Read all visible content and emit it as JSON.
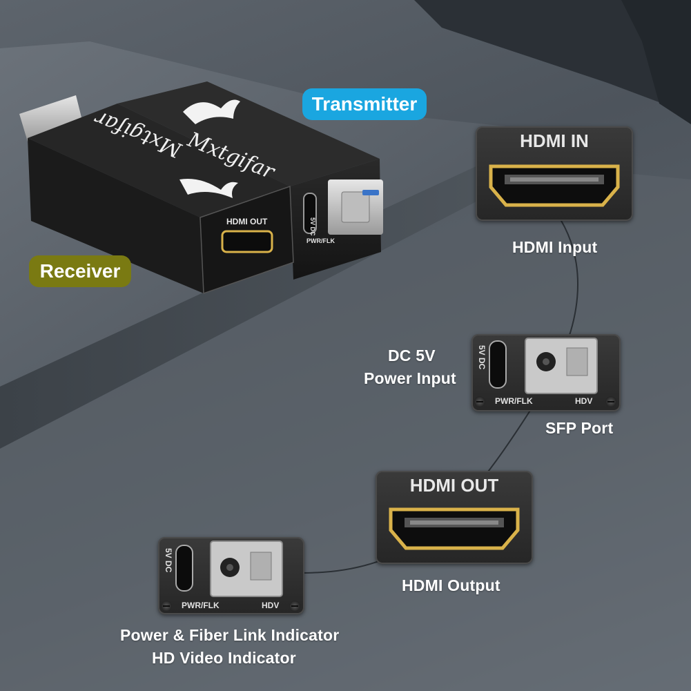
{
  "badges": {
    "transmitter": "Transmitter",
    "receiver": "Receiver"
  },
  "device": {
    "brand": "Mxtgifar",
    "front_port_label": "HDMI OUT",
    "dc_label": "5V DC",
    "led_label": "PWR/FLK"
  },
  "callouts": {
    "hdmi_in": {
      "box_title": "HDMI IN",
      "caption": "HDMI Input"
    },
    "sfp": {
      "dc_label": "5V DC",
      "led1": "PWR/FLK",
      "led2": "HDV",
      "caption_dc_line1": "DC 5V",
      "caption_dc_line2": "Power Input",
      "caption_sfp": "SFP Port"
    },
    "hdmi_out": {
      "box_title": "HDMI OUT",
      "caption": "HDMI Output"
    },
    "indicators": {
      "dc_label": "5V DC",
      "led1": "PWR/FLK",
      "led2": "HDV",
      "caption_line1": "Power & Fiber Link Indicator",
      "caption_line2": "HD Video Indicator"
    }
  },
  "colors": {
    "transmitter_badge": "#1aa6e0",
    "receiver_badge": "#7a7a12",
    "hdmi_gold": "#d9b24a",
    "device_body": "#1c1c1c"
  },
  "icons": [
    "shark-logo-icon",
    "hdmi-port-icon",
    "usb-c-port-icon",
    "sfp-module-icon",
    "screw-icon"
  ]
}
